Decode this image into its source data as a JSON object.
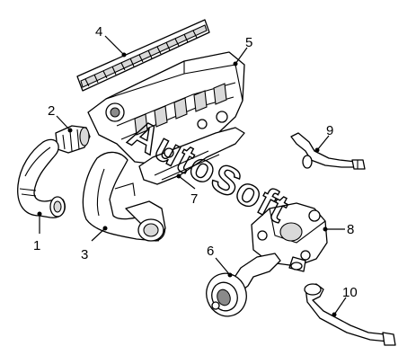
{
  "watermark": "AutoSoft",
  "callouts": [
    {
      "id": "4",
      "label": "4"
    },
    {
      "id": "5",
      "label": "5"
    },
    {
      "id": "2",
      "label": "2"
    },
    {
      "id": "9",
      "label": "9"
    },
    {
      "id": "7",
      "label": "7"
    },
    {
      "id": "8",
      "label": "8"
    },
    {
      "id": "1",
      "label": "1"
    },
    {
      "id": "3",
      "label": "3"
    },
    {
      "id": "6",
      "label": "6"
    },
    {
      "id": "10",
      "label": "10"
    }
  ],
  "colors": {
    "line": "#000000",
    "background": "#ffffff",
    "shade": "#d9d9d9"
  }
}
